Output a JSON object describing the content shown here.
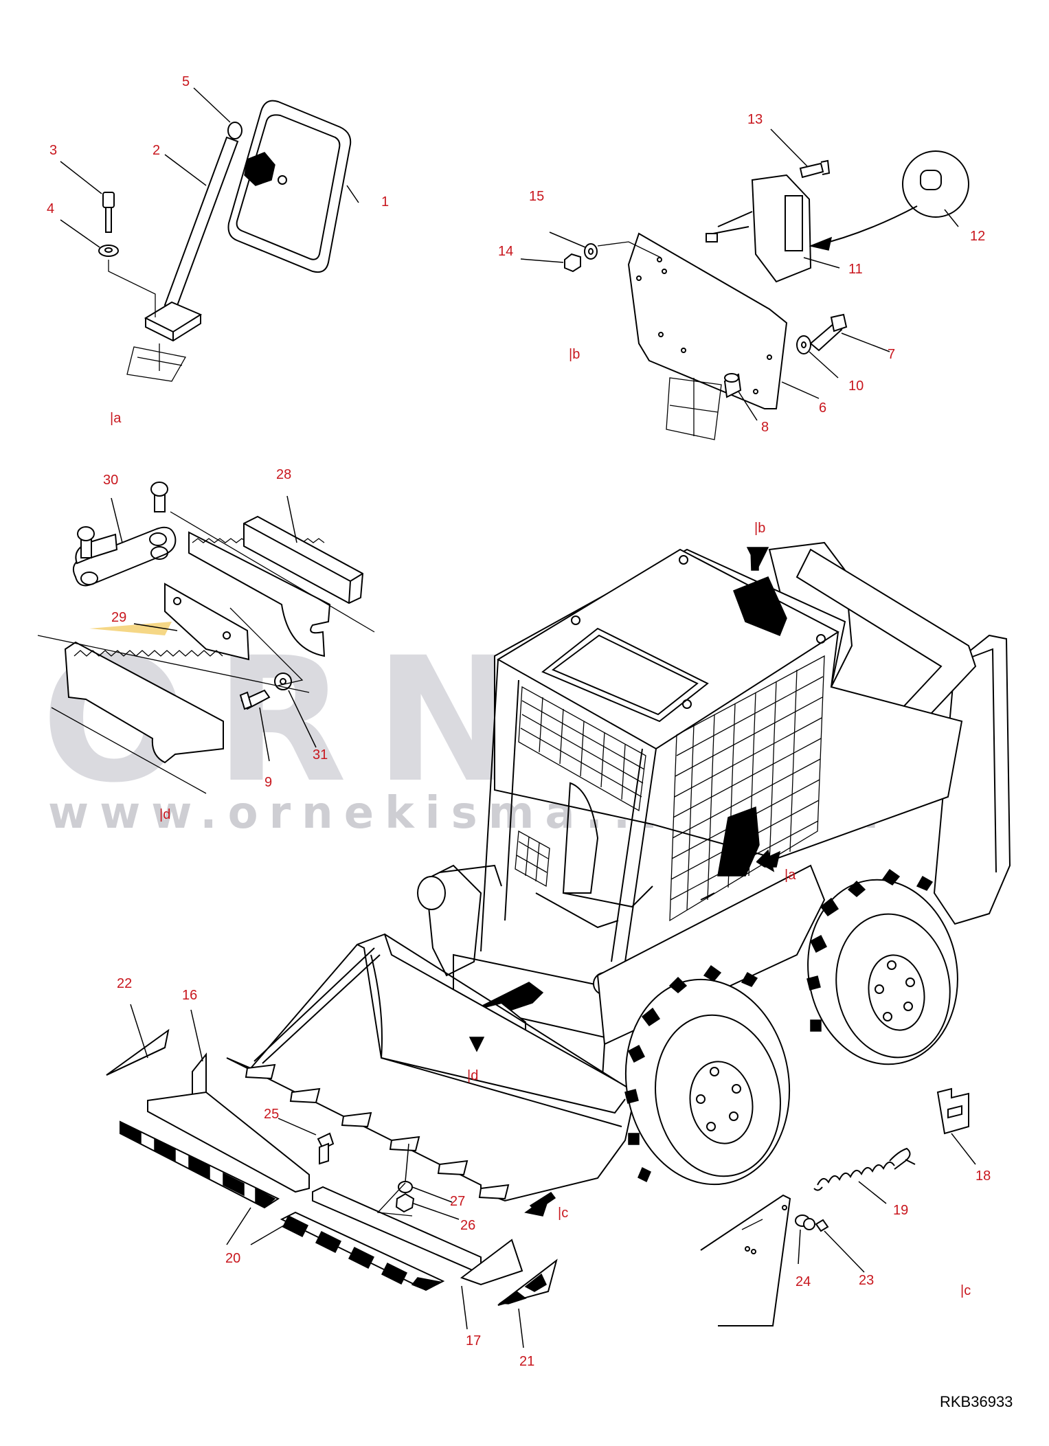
{
  "drawing_code": "RKB36933",
  "watermark": {
    "logo_text": "ORNEK",
    "url": "www.ornekisma...com.tr"
  },
  "callouts": [
    "1",
    "2",
    "3",
    "4",
    "5",
    "6",
    "7",
    "8",
    "9",
    "10",
    "11",
    "12",
    "13",
    "14",
    "15",
    "16",
    "17",
    "18",
    "19",
    "20",
    "21",
    "22",
    "23",
    "24",
    "25",
    "26",
    "27",
    "28",
    "29",
    "30",
    "31"
  ],
  "detail_refs": [
    "|a",
    "|b",
    "|d",
    "|b",
    "|a",
    "|d",
    "|c",
    "|c"
  ],
  "colors": {
    "callout_red": "#c8161d",
    "highlight_yellow": "#f5d37a",
    "watermark_gray": "#d6d6dc",
    "line_black": "#000000"
  }
}
